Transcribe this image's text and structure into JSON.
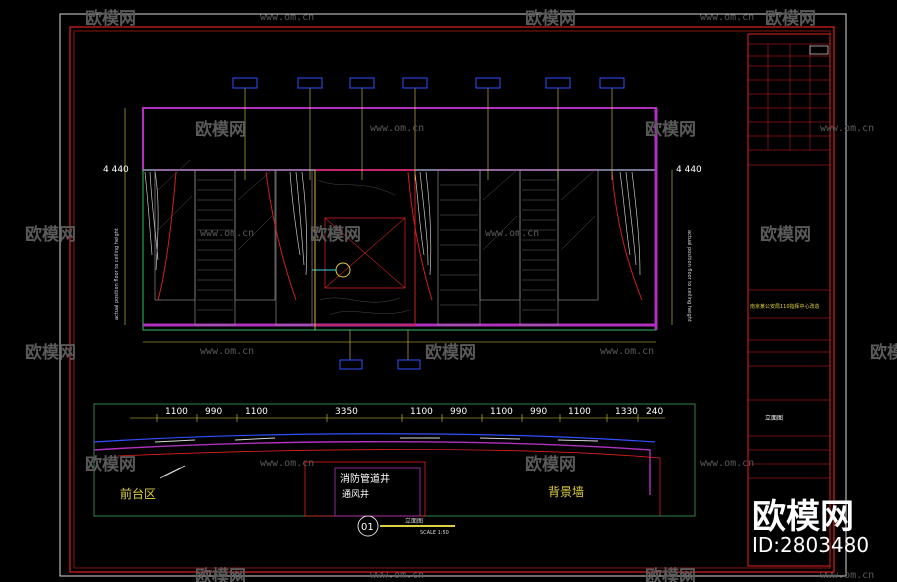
{
  "watermark": {
    "brand_cn": "欧模网",
    "site": "www.om.cn",
    "id_label": "ID:2803480"
  },
  "elevation": {
    "callouts_top": [
      "",
      "",
      "",
      "",
      "",
      "",
      ""
    ],
    "dim_left": "4 440",
    "dim_right": "4 440",
    "side_note_left": "actual position floor to ceiling height",
    "side_note_right": "actual position floor to ceiling height",
    "callouts_bottom": [
      "",
      ""
    ]
  },
  "plan": {
    "dims": [
      "1100",
      "990",
      "1100",
      "3350",
      "1100",
      "990",
      "1100",
      "990",
      "1100",
      "1330",
      "240"
    ],
    "label_fire": "消防管道井",
    "label_fire2": "通风井",
    "label_bg_wall": "背景墙",
    "label_left": "前台区"
  },
  "drawing_no": "01",
  "scale_text": "SCALE 1:50",
  "title_under": "立面图",
  "title_block": {
    "project": "南京某公安局110指挥中心改造",
    "sheet_title": "立面图",
    "rows": [
      "",
      "",
      "",
      "",
      ""
    ]
  },
  "colors": {
    "frame_red": "#e02020",
    "purple": "#b030c0",
    "green": "#30c060",
    "yellow": "#e0d040",
    "blue": "#3050ff",
    "cyan": "#40d0e0"
  }
}
